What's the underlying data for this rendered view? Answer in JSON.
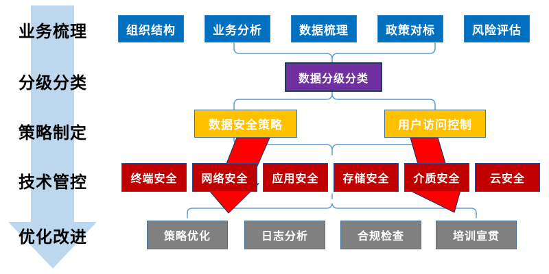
{
  "process_stages": [
    "业务梳理",
    "分级分类",
    "策略制定",
    "技术管控",
    "优化改进"
  ],
  "rows": [
    {
      "name": "business-combing",
      "items": [
        "组织结构",
        "业务分析",
        "数据梳理",
        "政策对标",
        "风险评估"
      ]
    },
    {
      "name": "classification",
      "items": [
        "数据分级分类"
      ]
    },
    {
      "name": "policy-making",
      "items": [
        "数据安全策略",
        "用户访问控制"
      ]
    },
    {
      "name": "technical-controls",
      "items": [
        "终端安全",
        "网络安全",
        "应用安全",
        "存储安全",
        "介质安全",
        "云安全"
      ]
    },
    {
      "name": "optimization",
      "items": [
        "策略优化",
        "日志分析",
        "合规检查",
        "培训宣贯"
      ]
    }
  ],
  "colors": {
    "stage_arrow": "#BDD7EE",
    "stage_text": "#000000",
    "connector": "#5B9BD5",
    "flow_arrow": "#FF0000",
    "flow_arrow_outline": "#203864",
    "row_combing": "#0070C0",
    "row_classification": "#7030A0",
    "row_policy": "#FFC000",
    "row_technical": "#C00000",
    "row_optimization": "#808080",
    "box_text": "#FFFFFF"
  }
}
